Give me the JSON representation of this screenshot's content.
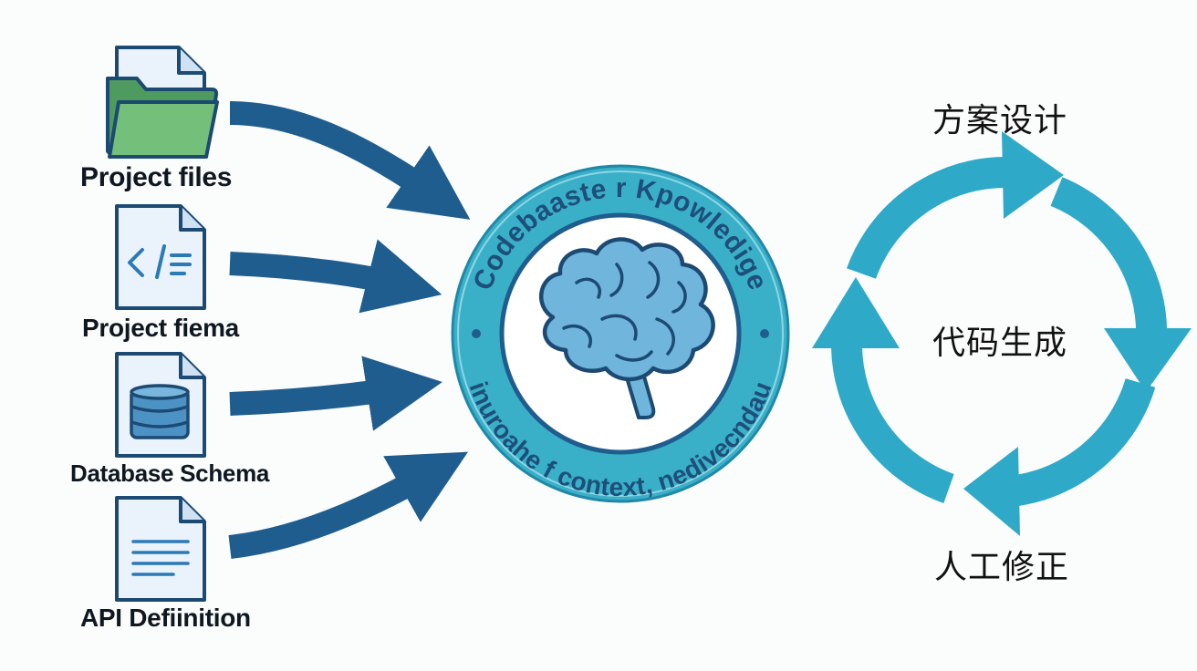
{
  "inputs": [
    {
      "label": "Project files",
      "icon": "folder-file-icon"
    },
    {
      "label": "Project fiema",
      "icon": "code-file-icon"
    },
    {
      "label": "Database Schema",
      "icon": "database-file-icon"
    },
    {
      "label": "API Defiinition",
      "icon": "document-file-icon"
    }
  ],
  "hub": {
    "top_text": "Codebaaste r Kpowledige",
    "bottom_text": "inuroahe f context, nedivecndau",
    "icon": "brain-icon"
  },
  "cycle": {
    "top": "方案设计",
    "center": "代码生成",
    "bottom": "人工修正"
  },
  "colors": {
    "arrow": "#1f5d8f",
    "cycle": "#2fa9c8",
    "hub_ring": "#34acc4",
    "hub_text": "#1d4f7a",
    "file_outline": "#1c4a73",
    "file_fill": "#eaf3fb",
    "folder": "#5fb56a",
    "brain": "#6fb5dc"
  }
}
